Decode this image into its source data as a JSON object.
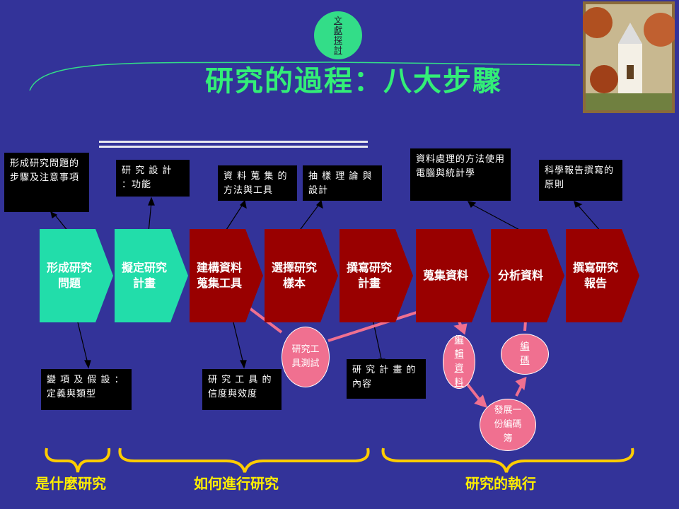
{
  "title": "研究的過程：八大步驟",
  "top_bubble": [
    "文",
    "獻",
    "探",
    "討"
  ],
  "steps": [
    {
      "label": "形成研究問題"
    },
    {
      "label": "擬定研究計畫"
    },
    {
      "label": "建構資料蒐集工具"
    },
    {
      "label": "選擇研究樣本"
    },
    {
      "label": "撰寫研究計畫"
    },
    {
      "label": "蒐集資料"
    },
    {
      "label": "分析資料"
    },
    {
      "label": "撰寫研究報告"
    }
  ],
  "notes_top": [
    "形成研究問題的步驟及注意事項",
    "研 究 設 計 ：功能",
    "資 料 蒐 集 的方法與工具",
    "抽 樣 理 論 與設計",
    "資料處理的方法使用電腦與統計學",
    "科學報告撰寫的原則"
  ],
  "notes_bottom": [
    "變 項 及 假 設 ：定義與類型",
    "研 究 工 具 的信度與效度",
    "研 究 計 畫 的內容"
  ],
  "circles": {
    "test": "研究工具測試",
    "edit": "編輯資料",
    "code": "編碼",
    "codebook": "發展一份編碼簿"
  },
  "phases": [
    "是什麼研究",
    "如何進行研究",
    "研究的執行"
  ],
  "colors": {
    "background": "#333399",
    "title": "#33ee77",
    "green_arrow": "#22ddaa",
    "red_arrow": "#990000",
    "pink": "#f07090",
    "brace": "#ffcc00",
    "phase_text": "#ffee00"
  }
}
